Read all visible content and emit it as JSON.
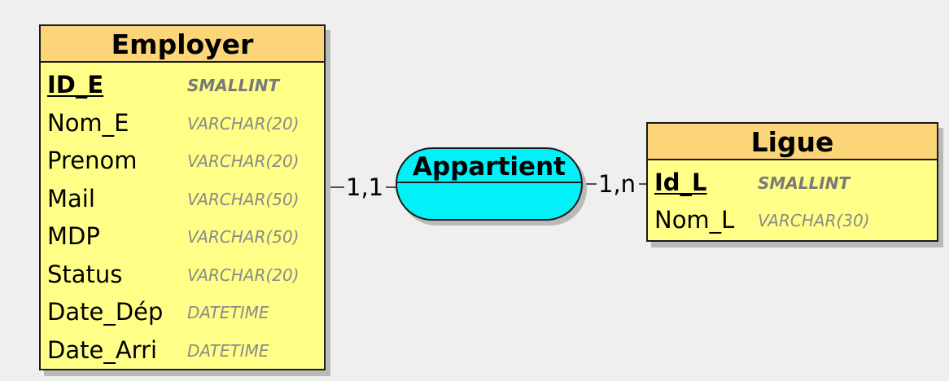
{
  "entities": {
    "employer": {
      "title": "Employer",
      "attributes": [
        {
          "name": "ID_E",
          "type": "SMALLINT",
          "primary_key": true
        },
        {
          "name": "Nom_E",
          "type": "VARCHAR(20)",
          "primary_key": false
        },
        {
          "name": "Prenom",
          "type": "VARCHAR(20)",
          "primary_key": false
        },
        {
          "name": "Mail",
          "type": "VARCHAR(50)",
          "primary_key": false
        },
        {
          "name": "MDP",
          "type": "VARCHAR(50)",
          "primary_key": false
        },
        {
          "name": "Status",
          "type": "VARCHAR(20)",
          "primary_key": false
        },
        {
          "name": "Date_Dép",
          "type": "DATETIME",
          "primary_key": false
        },
        {
          "name": "Date_Arri",
          "type": "DATETIME",
          "primary_key": false
        }
      ]
    },
    "ligue": {
      "title": "Ligue",
      "attributes": [
        {
          "name": "Id_L",
          "type": "SMALLINT",
          "primary_key": true
        },
        {
          "name": "Nom_L",
          "type": "VARCHAR(30)",
          "primary_key": false
        }
      ]
    }
  },
  "association": {
    "name": "Appartient",
    "cardinality_left": "1,1",
    "cardinality_right": "1,n"
  },
  "colors": {
    "entity_body": "#ffff87",
    "entity_header": "#fbd577",
    "association_fill": "#00f2f8",
    "background": "#efefef"
  }
}
